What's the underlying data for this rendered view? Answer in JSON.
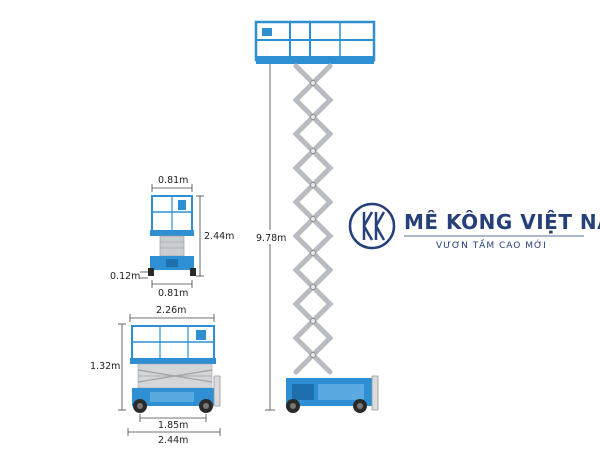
{
  "colors": {
    "machine_blue": "#2e8fd2",
    "machine_dark": "#1e6fae",
    "scissor_grey": "#c9ccd0",
    "dimension_line": "#444444",
    "brand_navy": "#27407a"
  },
  "brand": {
    "name": "MÊ KÔNG VIỆT NAM",
    "tagline": "VƯƠN TẦM CAO MỚI",
    "logo_icon": "mk-monogram-icon"
  },
  "diagram": {
    "front_view": {
      "top_width": "0.81m",
      "height": "2.44m",
      "ground_clearance": "0.12m",
      "bottom_width": "0.81m"
    },
    "side_view": {
      "platform_length": "2.26m",
      "stowed_height": "1.32m",
      "wheelbase": "1.85m",
      "overall_length": "2.44m"
    },
    "extended_view": {
      "working_height": "9.78m"
    }
  }
}
